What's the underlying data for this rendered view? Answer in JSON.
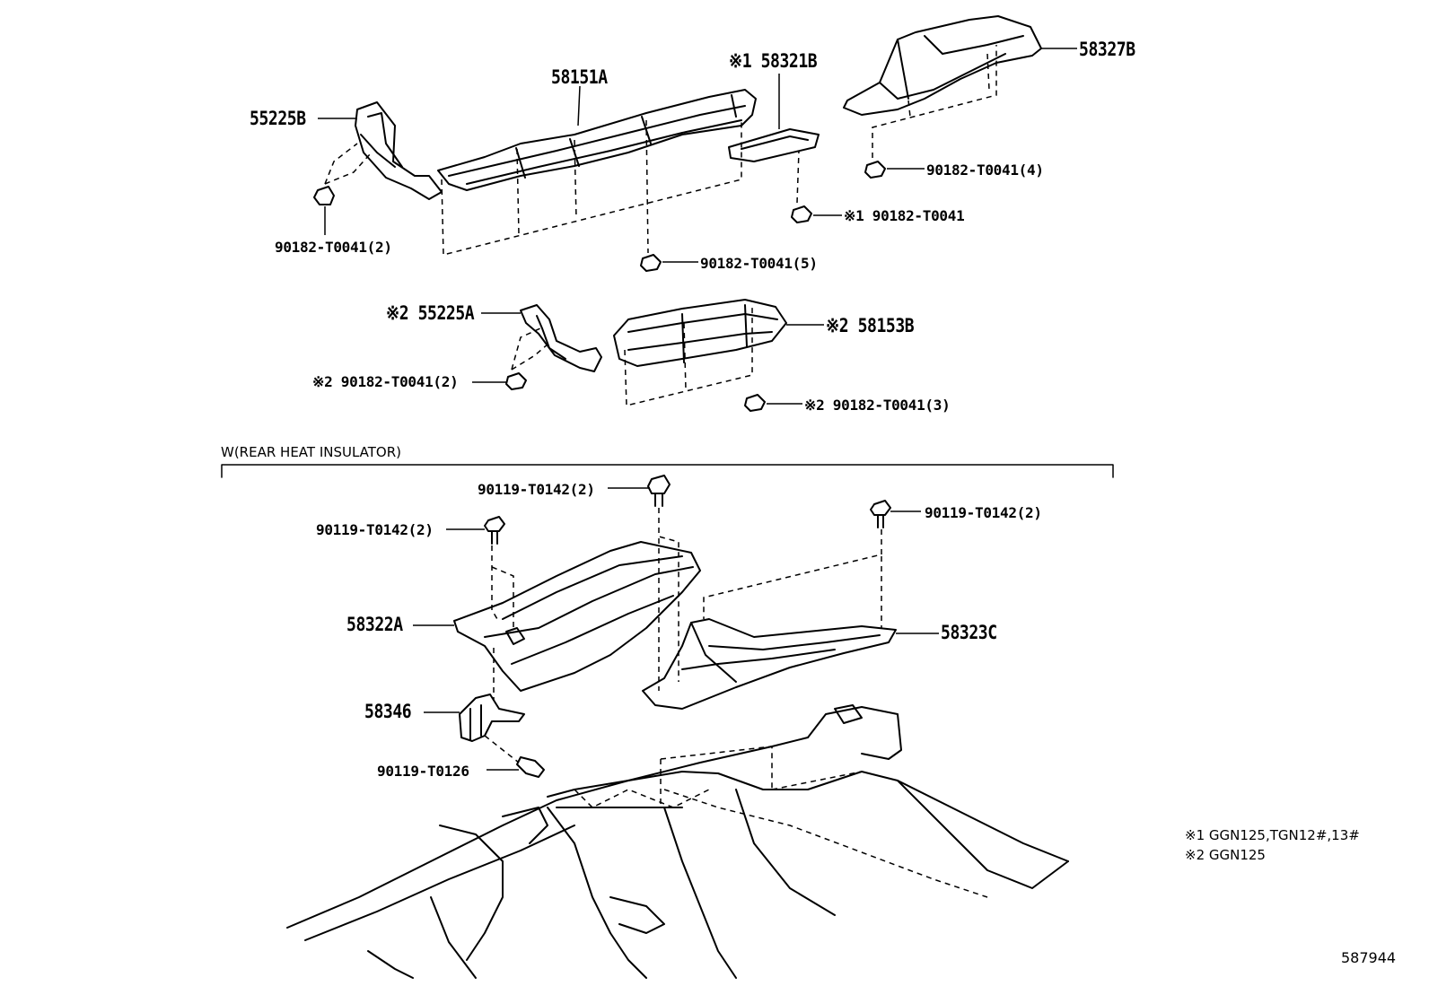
{
  "section_label": "W(REAR HEAT INSULATOR)",
  "labels": {
    "p58151A": "58151A",
    "p55225B": "55225B",
    "p58321B": "※1 58321B",
    "p58327B": "58327B",
    "nut_a": "90182-T0041(2)",
    "nut_b": "90182-T0041(5)",
    "nut_c": "90182-T0041(4)",
    "nut_d": "※1 90182-T0041",
    "p55225A": "※2 55225A",
    "p58153B": "※2 58153B",
    "nut_e": "※2 90182-T0041(2)",
    "nut_f": "※2 90182-T0041(3)",
    "bolt_a": "90119-T0142(2)",
    "bolt_b": "90119-T0142(2)",
    "bolt_c": "90119-T0142(2)",
    "p58322A": "58322A",
    "p58323C": "58323C",
    "p58346": "58346",
    "bolt_d": "90119-T0126"
  },
  "notes": {
    "n1": "※1 GGN125,TGN12#,13#",
    "n2": "※2 GGN125"
  },
  "image_id": "587944"
}
